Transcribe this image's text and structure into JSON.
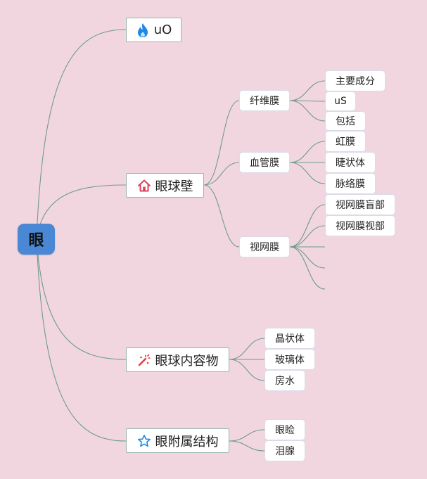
{
  "root": {
    "label": "眼"
  },
  "branches": [
    {
      "label": "uO",
      "icon": "flame-icon"
    },
    {
      "label": "眼球壁",
      "icon": "home-icon",
      "children": [
        {
          "label": "纤维膜",
          "children": [
            "主要成分",
            "uS",
            "包括"
          ]
        },
        {
          "label": "血管膜",
          "children": [
            "虹膜",
            "睫状体",
            "脉络膜"
          ]
        },
        {
          "label": "视网膜",
          "children": [
            "视网膜盲部",
            "视网膜视部"
          ]
        }
      ]
    },
    {
      "label": "眼球内容物",
      "icon": "magic-wand-icon",
      "children": [
        {
          "label": "晶状体"
        },
        {
          "label": "玻璃体"
        },
        {
          "label": "房水"
        }
      ]
    },
    {
      "label": "眼附属结构",
      "icon": "star-icon",
      "children": [
        {
          "label": "眼睑"
        },
        {
          "label": "泪腺"
        }
      ]
    }
  ],
  "colors": {
    "background": "#f2d6df",
    "root": "#4a88d6",
    "line": "#6f9a90",
    "flame": "#1e88e5",
    "home": "#d8445c",
    "wand": "#e53935",
    "star": "#1e88e5"
  }
}
